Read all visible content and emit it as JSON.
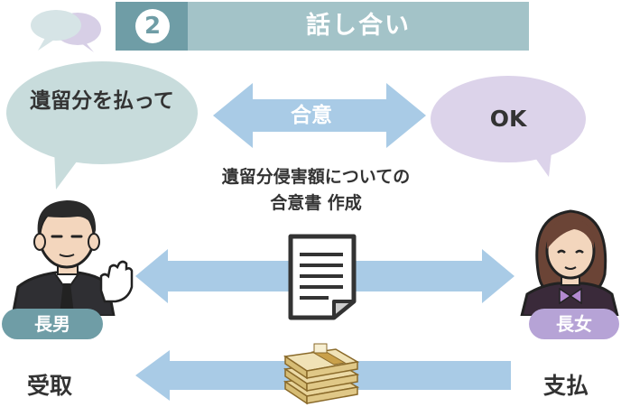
{
  "header": {
    "step_number": "2",
    "title": "話し合い"
  },
  "bubbles": {
    "left_text": "遺留分を払って",
    "right_text": "OK"
  },
  "center": {
    "agreement_label": "合意",
    "document_title_line1": "遺留分侵害額についての",
    "document_title_line2": "合意書 作成"
  },
  "people": {
    "left_badge": "長男",
    "right_badge": "長女"
  },
  "labels": {
    "left": "受取",
    "right": "支払"
  },
  "colors": {
    "header_bar": "#a3c3c8",
    "header_accent": "#6f9da6",
    "arrow_blue": "#a9cbe6",
    "bubble_left": "#c8dcdc",
    "bubble_right": "#dcd3ea",
    "badge_left": "#6f9da6",
    "badge_right": "#b6a3d6"
  },
  "icons": [
    "chat-bubbles-icon",
    "document-icon",
    "money-stack-icon",
    "man-in-suit-icon",
    "woman-icon",
    "hand-icon"
  ]
}
